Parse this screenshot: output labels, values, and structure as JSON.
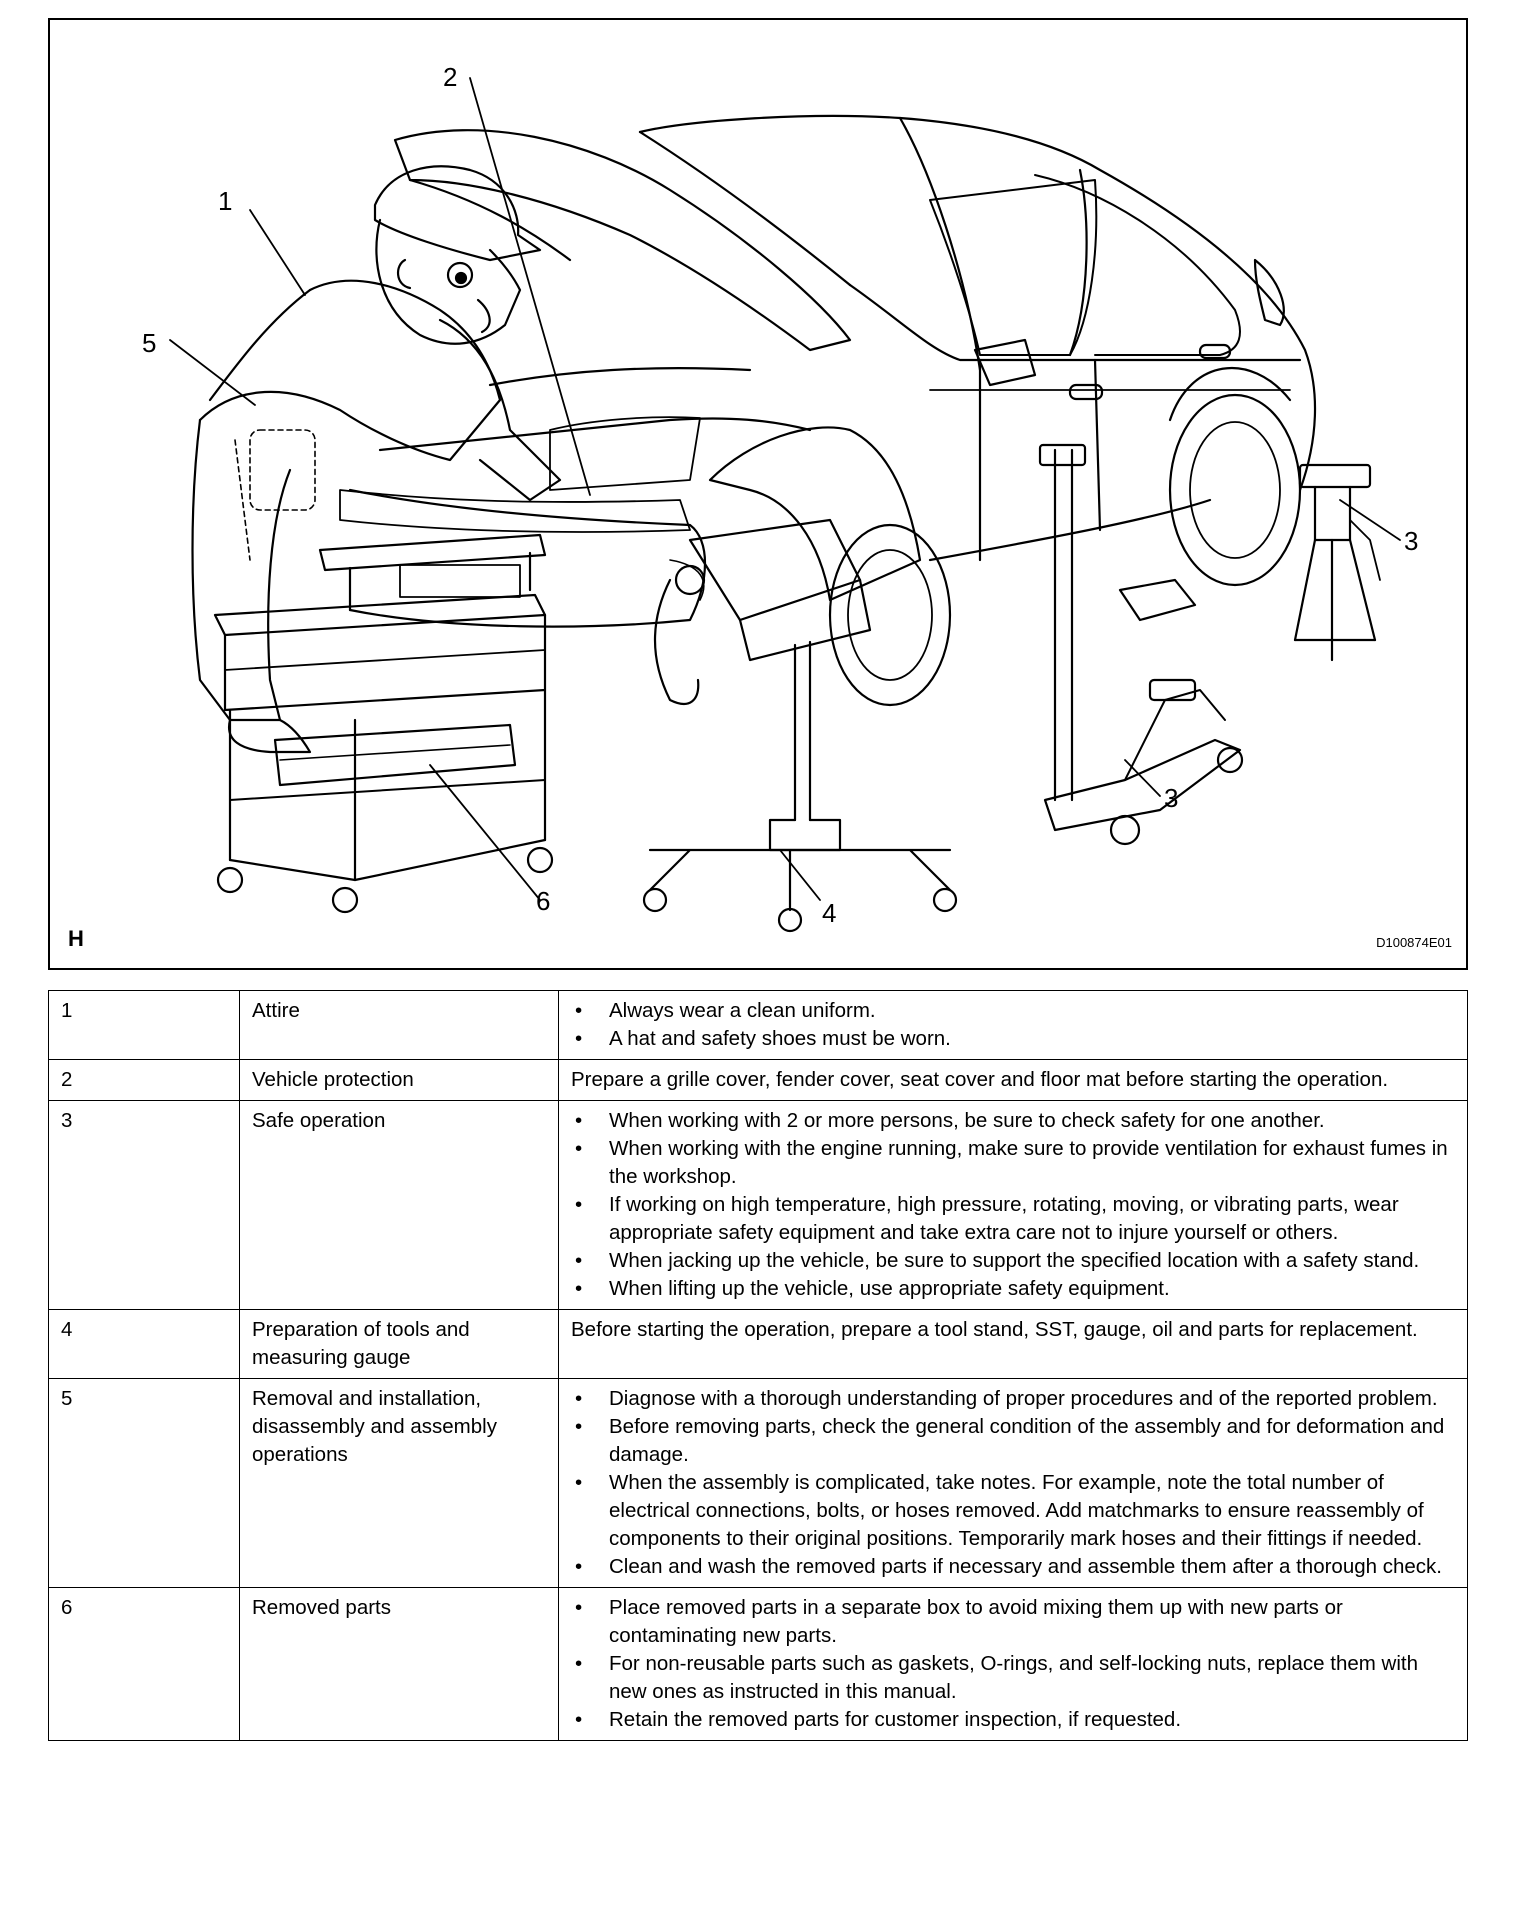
{
  "figure": {
    "letter": "H",
    "code": "D100874E01",
    "callouts": [
      "1",
      "2",
      "3",
      "3",
      "4",
      "5",
      "6"
    ],
    "icons": [
      "technician",
      "car-with-open-hood",
      "fender-cover",
      "tool-cart",
      "parts-tray",
      "trouble-light-stand",
      "safety-stand",
      "floor-jack",
      "wheel-chock"
    ]
  },
  "table": {
    "rows": [
      {
        "num": "1",
        "topic": "Attire",
        "bullets": [
          "Always wear a clean uniform.",
          "A hat and safety shoes must be worn."
        ]
      },
      {
        "num": "2",
        "topic": "Vehicle protection",
        "text": "Prepare a grille cover, fender cover, seat cover and floor mat before starting the operation."
      },
      {
        "num": "3",
        "topic": "Safe operation",
        "bullets": [
          "When working with 2 or more persons, be sure to check safety for one another.",
          "When working with the engine running, make sure to provide ventilation for exhaust fumes in the workshop.",
          "If working on high temperature, high pressure, rotating, moving, or vibrating parts, wear appropriate safety equipment and take extra care not to injure yourself or others.",
          "When jacking up the vehicle, be sure to support the specified location with a safety stand.",
          "When lifting up the vehicle, use appropriate safety equipment."
        ]
      },
      {
        "num": "4",
        "topic": "Preparation of tools and measuring gauge",
        "text": "Before starting the operation, prepare a tool stand, SST, gauge, oil and parts for replacement."
      },
      {
        "num": "5",
        "topic": "Removal and installation, disassembly and assembly operations",
        "bullets": [
          "Diagnose with a thorough understanding of proper procedures and of the reported problem.",
          "Before removing parts, check the general condition of the assembly and for deformation and damage.",
          "When the assembly is complicated, take notes. For example, note the total number of electrical connections, bolts, or hoses removed. Add matchmarks to ensure reassembly of components to their original positions. Temporarily mark hoses and their fittings if needed.",
          "Clean and wash the removed parts if necessary and assemble them after a thorough check."
        ]
      },
      {
        "num": "6",
        "topic": "Removed parts",
        "bullets": [
          "Place removed parts in a separate box to avoid mixing them up with new parts or contaminating new parts.",
          "For non-reusable parts such as gaskets, O-rings, and self-locking nuts, replace them with new ones as instructed in this manual.",
          "Retain the removed parts for customer inspection, if requested."
        ]
      }
    ]
  }
}
